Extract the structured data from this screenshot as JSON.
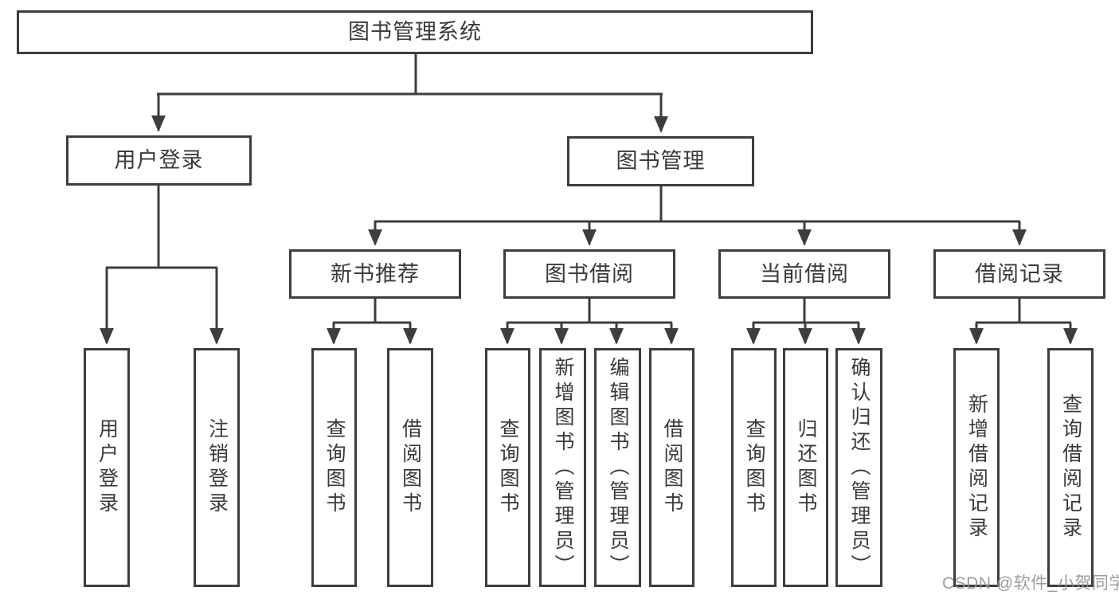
{
  "diagram_title": "图书管理系统",
  "tree": {
    "root": "图书管理系统",
    "children": [
      {
        "label": "用户登录",
        "children": [
          {
            "label": "用户登录"
          },
          {
            "label": "注销登录"
          }
        ]
      },
      {
        "label": "图书管理",
        "children": [
          {
            "label": "新书推荐",
            "children": [
              {
                "label": "查询图书"
              },
              {
                "label": "借阅图书"
              }
            ]
          },
          {
            "label": "图书借阅",
            "children": [
              {
                "label": "查询图书"
              },
              {
                "label": "新增图书（管理员）"
              },
              {
                "label": "编辑图书（管理员）"
              },
              {
                "label": "借阅图书"
              }
            ]
          },
          {
            "label": "当前借阅",
            "children": [
              {
                "label": "查询图书"
              },
              {
                "label": "归还图书"
              },
              {
                "label": "确认归还（管理员）"
              }
            ]
          },
          {
            "label": "借阅记录",
            "children": [
              {
                "label": "新增借阅记录"
              },
              {
                "label": "查询借阅记录"
              }
            ]
          }
        ]
      }
    ]
  },
  "colors": {
    "line": "#3d3d3d",
    "text": "#3a3a3a",
    "background": "#ffffff",
    "watermark": "#949494"
  },
  "watermark": {
    "text": "CSDN @软件_小贺同学"
  }
}
